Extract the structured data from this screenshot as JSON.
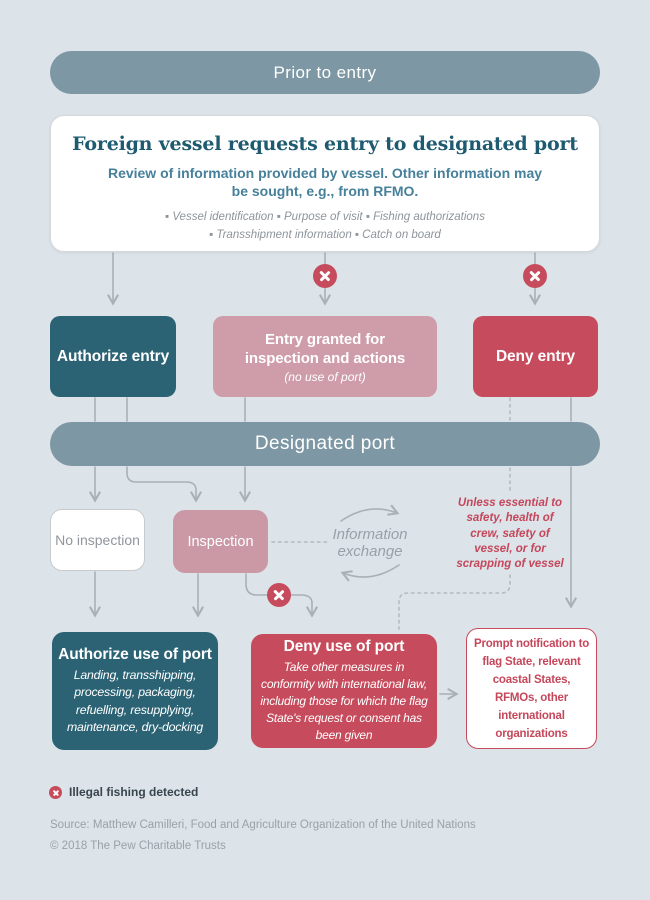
{
  "phases": {
    "prior": "Prior to entry",
    "port": "Designated port"
  },
  "request": {
    "title": "Foreign vessel requests entry to designated port",
    "subtitle": "Review of information provided by vessel. Other information may be sought, e.g., from RFMO.",
    "bullets_line1": "▪ Vessel identification ▪ Purpose of visit ▪ Fishing authorizations",
    "bullets_line2": "▪ Transshipment information ▪ Catch on board"
  },
  "entry_outcomes": {
    "authorize": {
      "label": "Authorize entry"
    },
    "conditional": {
      "label": "Entry granted for inspection and actions",
      "note": "(no use of port)"
    },
    "deny": {
      "label": "Deny entry"
    }
  },
  "port_stage": {
    "no_inspection": "No inspection",
    "inspection": "Inspection",
    "information_exchange": "Information exchange",
    "deny_exception": "Unless essential to safety, health of crew, safety of vessel, or for scrapping of vessel"
  },
  "use_outcomes": {
    "authorize": {
      "title": "Authorize use of port",
      "body": "Landing, transshipping, processing, packaging, refuelling, resupplying, maintenance, dry-docking"
    },
    "deny": {
      "title": "Deny use of port",
      "body": "Take other measures in conformity with international law, including those for which the flag State's request or consent has been given"
    },
    "notify": {
      "body": "Prompt notification to flag State, relevant coastal States, RFMOs, other international organizations"
    }
  },
  "legend": {
    "label": "Illegal fishing detected"
  },
  "footer": {
    "source": "Source: Matthew Camilleri, Food and Agriculture Organization of the United Nations",
    "copyright": "© 2018 The Pew Charitable Trusts"
  },
  "colors": {
    "background": "#dce3e9",
    "phase_pill": "#7d97a4",
    "teal": "#2b6375",
    "pink": "#cf9da9",
    "red": "#c64b5c",
    "red_text": "#c5475b",
    "connector_gray": "#a9b0b6"
  }
}
